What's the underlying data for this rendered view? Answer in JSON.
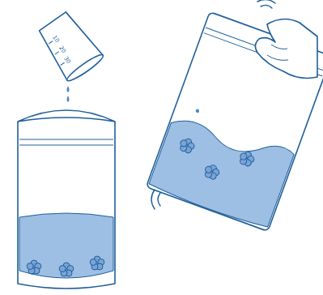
{
  "diagram": {
    "labels": [
      "10",
      "20",
      "30"
    ]
  }
}
